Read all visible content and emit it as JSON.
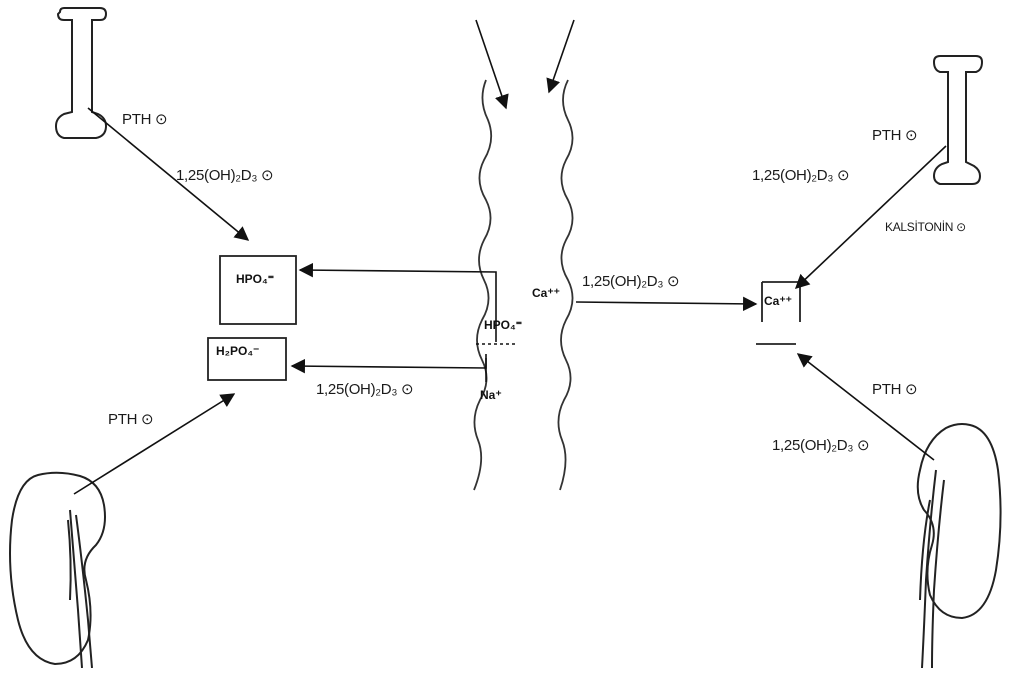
{
  "labels": {
    "pth_top_left": "PTH ⊙",
    "vitd_top_left": "1,25(OH)₂D₃ ⊙",
    "pth_left_kidney": "PTH ⊙",
    "vitd_phosphate_transport": "1,25(OH)₂D₃ ⊙",
    "pth_top_right": "PTH ⊙",
    "vitd_top_right": "1,25(OH)₂D₃ ⊙",
    "calcitonin": "KALSİTONİN ⊙",
    "vitd_calcium_transport": "1,25(OH)₂D₃ ⊙",
    "pth_right_kidney": "PTH ⊙",
    "vitd_right_kidney": "1,25(OH)₂D₃ ⊙"
  },
  "ions": {
    "hpo4_box": "HPO₄⁼",
    "h2po4_box": "H₂PO₄⁻",
    "hpo4_intestine": "HPO₄⁼",
    "na": "Na⁺",
    "ca_intestine": "Ca⁺⁺",
    "ca_box": "Ca⁺⁺"
  }
}
